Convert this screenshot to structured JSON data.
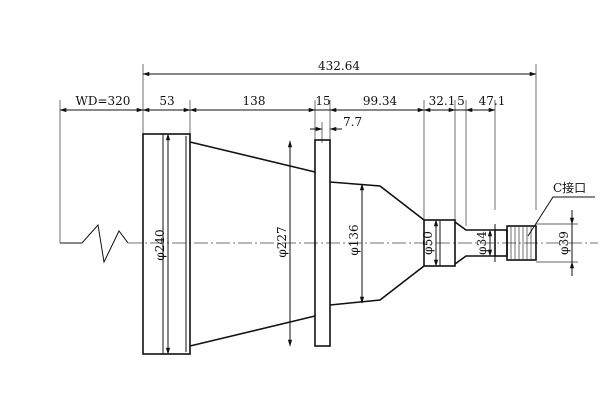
{
  "drawing": {
    "overall_length": "432.64",
    "working_distance": "WD=320",
    "lengths": {
      "front_flange": "53",
      "cone": "138",
      "mid_flange": "15",
      "mid_offset": "7.7",
      "second_cone": "99.34",
      "neck": "32.1",
      "neck_tail": "5",
      "rear_tube": "47.1"
    },
    "diameters": {
      "front": "φ240",
      "cone_end": "φ227",
      "second_cone_start": "φ136",
      "neck": "φ50",
      "rear_tube": "φ34",
      "mount": "φ39"
    },
    "mount_label": "C接口"
  }
}
